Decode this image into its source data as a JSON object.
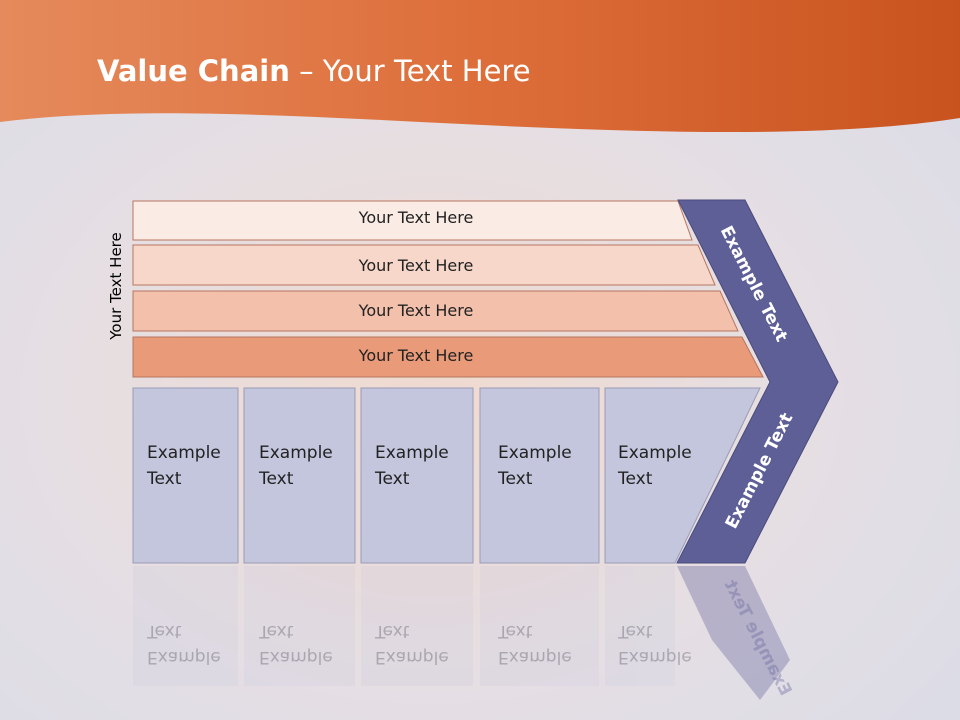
{
  "title": {
    "bold": "Value Chain",
    "rest": " – Your Text Here"
  },
  "side_label": "Your Text Here",
  "rows": [
    {
      "label": "Your Text Here",
      "color": "#fbebe5"
    },
    {
      "label": "Your Text Here",
      "color": "#f7d7ca"
    },
    {
      "label": "Your Text Here",
      "color": "#f2c0ab"
    },
    {
      "label": "Your Text Here",
      "color": "#e99a78"
    }
  ],
  "boxes": [
    {
      "line1": "Example",
      "line2": "Text"
    },
    {
      "line1": "Example",
      "line2": "Text"
    },
    {
      "line1": "Example",
      "line2": "Text"
    },
    {
      "line1": "Example",
      "line2": "Text"
    },
    {
      "line1": "Example",
      "line2": "Text"
    }
  ],
  "chevron": {
    "upper_label": "Example Text",
    "lower_label": "Example Text",
    "color": "#5e5f97"
  },
  "colors": {
    "header": "#d9612a",
    "box_fill": "#c3c6dc",
    "box_stroke": "#9a9cb6"
  }
}
